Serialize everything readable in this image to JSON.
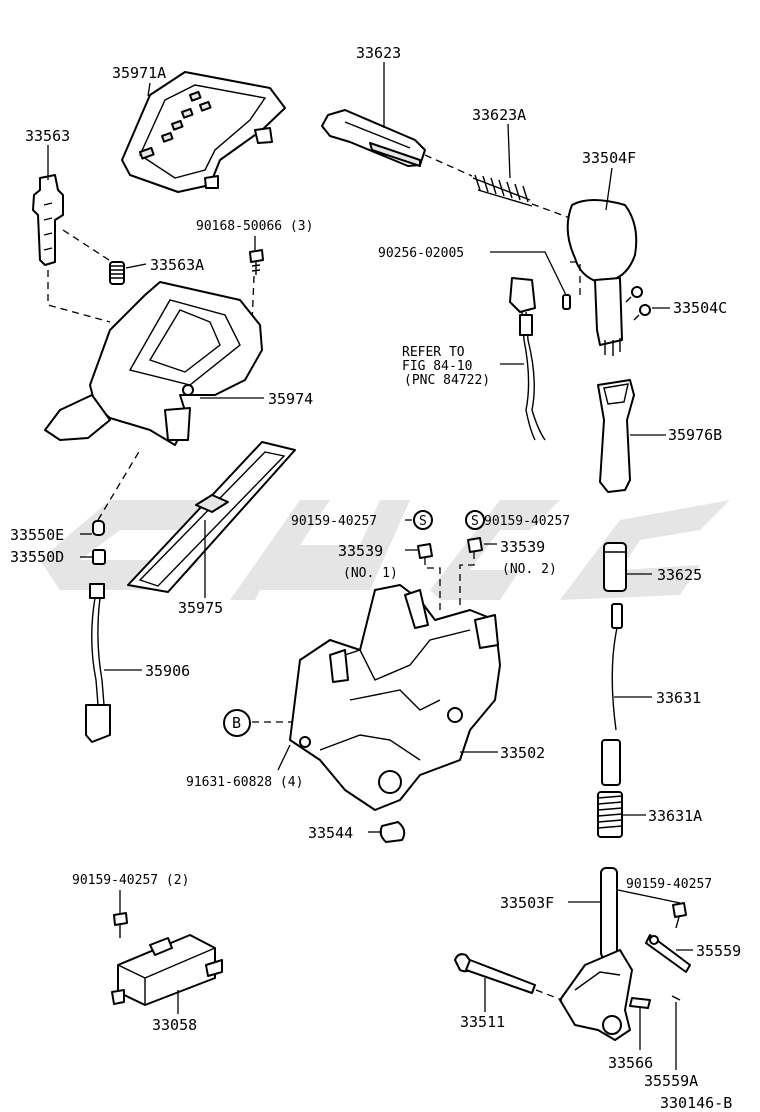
{
  "diagram": {
    "figure_id": "330146-B",
    "labels": {
      "p35971A": "35971A",
      "p33623": "33623",
      "p33623A": "33623A",
      "p33504F": "33504F",
      "p33563": "33563",
      "p90168": "90168-50066 (3)",
      "p33563A": "33563A",
      "p90256": "90256-02005",
      "refer1": "REFER TO",
      "refer2": "FIG 84-10",
      "refer3": "(PNC 84722)",
      "p33504C": "33504C",
      "p35974": "35974",
      "p35976B": "35976B",
      "p90159a": "90159-40257",
      "p90159b": "90159-40257",
      "markS": "S",
      "p33550E": "33550E",
      "p33550D": "33550D",
      "p33539a": "33539",
      "p33539b": "33539",
      "no1": "(NO. 1)",
      "no2": "(NO. 2)",
      "p33625": "33625",
      "p35975": "35975",
      "p35906": "35906",
      "p33631": "33631",
      "markB": "B",
      "p33502": "33502",
      "p91631": "91631-60828 (4)",
      "p33631A": "33631A",
      "p33544": "33544",
      "p90159c": "90159-40257 (2)",
      "p90159d": "90159-40257",
      "p33503F": "33503F",
      "p35559": "35559",
      "p33058": "33058",
      "p33511": "33511",
      "p33566": "33566",
      "p35559A": "35559A"
    }
  }
}
